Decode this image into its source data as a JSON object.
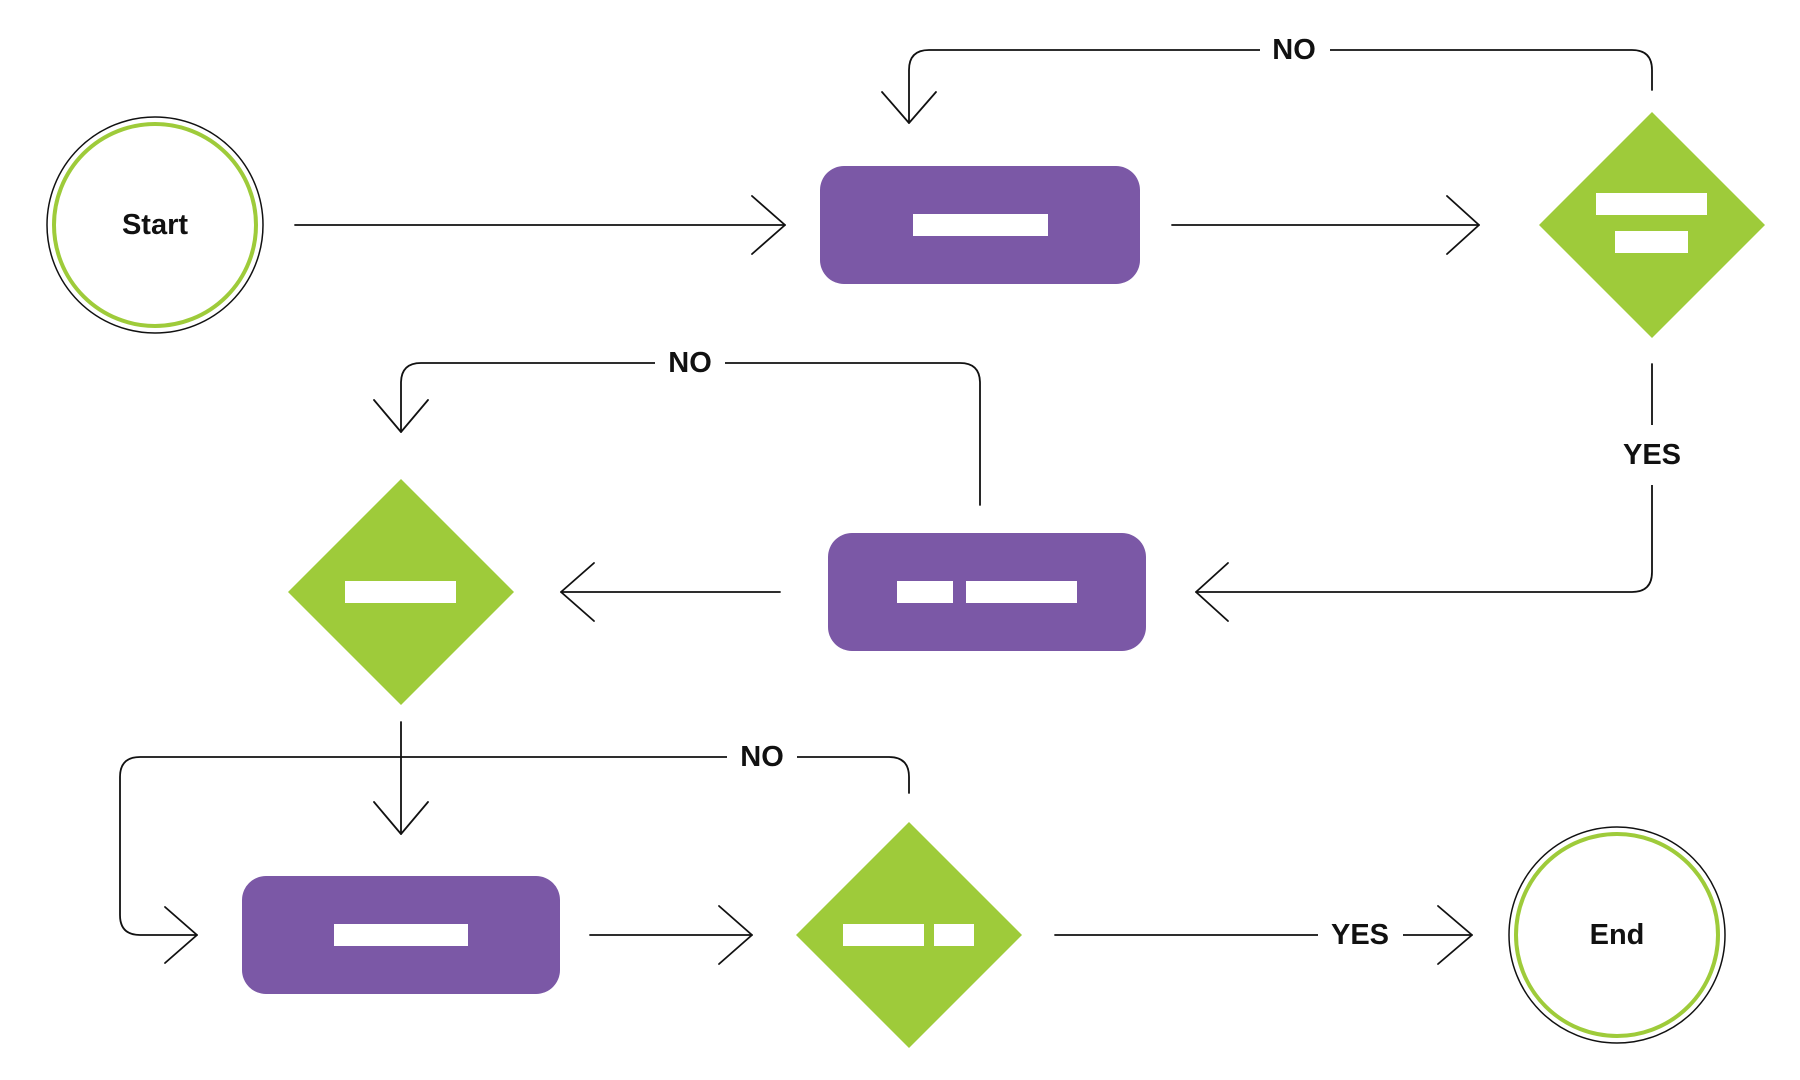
{
  "colors": {
    "process": "#7b58a6",
    "decision": "#9ecb3a",
    "terminal_ring": "#9ecb3a",
    "line": "#111111",
    "background": "#ffffff"
  },
  "nodes": {
    "start": {
      "label": "Start"
    },
    "end": {
      "label": "End"
    }
  },
  "edge_labels": {
    "top_no": "NO",
    "middle_no": "NO",
    "bottom_no": "NO",
    "right_yes": "YES",
    "final_yes": "YES"
  }
}
